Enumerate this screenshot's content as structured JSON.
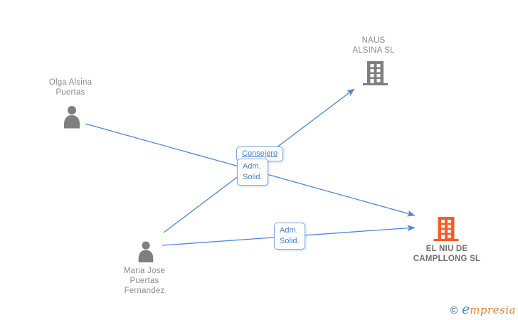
{
  "diagram": {
    "nodes": {
      "olga": {
        "type": "person",
        "line1": "Olga Alsina",
        "line2": "Puertas"
      },
      "maria": {
        "type": "person",
        "line1": "Maria Jose",
        "line2": "Puertas",
        "line3": "Fernandez"
      },
      "naus": {
        "type": "company",
        "line1": "NAUS",
        "line2": "ALSINA SL"
      },
      "elniu": {
        "type": "company",
        "line1": "EL NIU DE",
        "line2": "CAMPLLONG SL"
      }
    },
    "edges": [
      {
        "from": "Maria Jose Puertas Fernandez",
        "to": "NAUS ALSINA SL",
        "label": "Consejero"
      },
      {
        "from": "Olga Alsina Puertas",
        "to": "EL NIU DE CAMPLLONG SL",
        "label": "Adm. Solid."
      },
      {
        "from": "Maria Jose Puertas Fernandez",
        "to": "EL NIU DE CAMPLLONG SL",
        "label": "Adm. Solid."
      }
    ],
    "edge_labels": {
      "consejero": "Consejero",
      "adm_olga_line1": "Adm.",
      "adm_olga_line2": "Solid.",
      "adm_maria_line1": "Adm.",
      "adm_maria_line2": "Solid."
    }
  },
  "colors": {
    "edge_blue": "#4a86e0",
    "link_blue": "#4a7fce",
    "node_gray": "#7f7f7f",
    "text_gray": "#8c8c8c",
    "focal_orange": "#f95b28",
    "brand_teal": "#2f7086",
    "brand_blue": "#3f8fd2",
    "brand_orange": "#ee7d28"
  },
  "footer": {
    "copyright_symbol": "©",
    "brand_first_letter": "e",
    "brand_rest": "mpresia"
  }
}
